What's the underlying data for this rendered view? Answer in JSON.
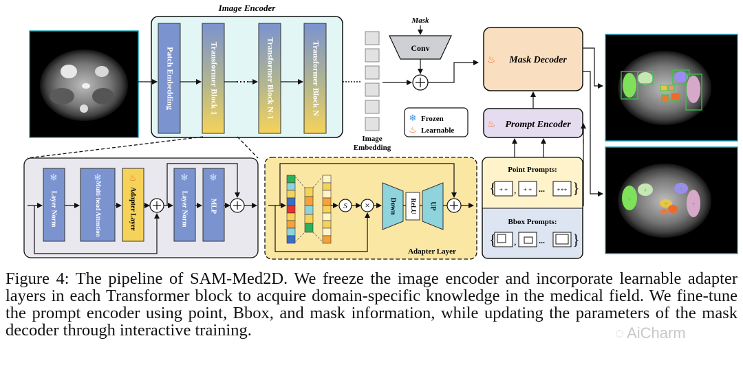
{
  "diagram": {
    "encoder_title": "Image Encoder",
    "patch_embedding": "Patch Embedding",
    "transformer_block_1": "Transformer Block 1",
    "transformer_block_n1": "Transformer Block N-1",
    "transformer_block_n": "Transformer Block N",
    "mask_label": "Mask",
    "conv_label": "Conv",
    "image_embedding_line1": "Image",
    "image_embedding_line2": "Embedding",
    "mask_decoder": "Mask Decoder",
    "prompt_encoder": "Prompt Encoder",
    "legend_frozen": "Frozen",
    "legend_learnable": "Learnable",
    "layer_norm": "Layer Norm",
    "multihead_attention": "Multi-head Attention",
    "adapter_layer_block": "Adapter Layer",
    "mlp": "MLP",
    "adapter_layer_title": "Adapter Layer",
    "down": "Down",
    "relu": "ReLU",
    "up": "UP",
    "point_prompts": "Point Prompts:",
    "bbox_prompts": "Bbox Prompts:",
    "dots": "...",
    "plus": "+",
    "times": "×",
    "sigma": "S"
  },
  "caption": "Figure 4: The pipeline of SAM-Med2D. We freeze the image encoder and incorporate learnable adapter layers in each Transformer block to acquire domain-specific knowledge in the medical field. We fine-tune the prompt encoder using point, Bbox, and mask information, while updating the parameters of the mask decoder through interactive training.",
  "watermark": "AiCharm",
  "colors": {
    "blue_block": "#7b93cf",
    "yellow": "#f5d35a",
    "teal": "#8fd3dc",
    "peach": "#f9dfc0",
    "lavender": "#e6dcef",
    "cream": "#fff3cc",
    "light_blue_bg": "#dde4f2",
    "encoder_bg": "#e3f6f6",
    "green": "#2ecc40"
  }
}
